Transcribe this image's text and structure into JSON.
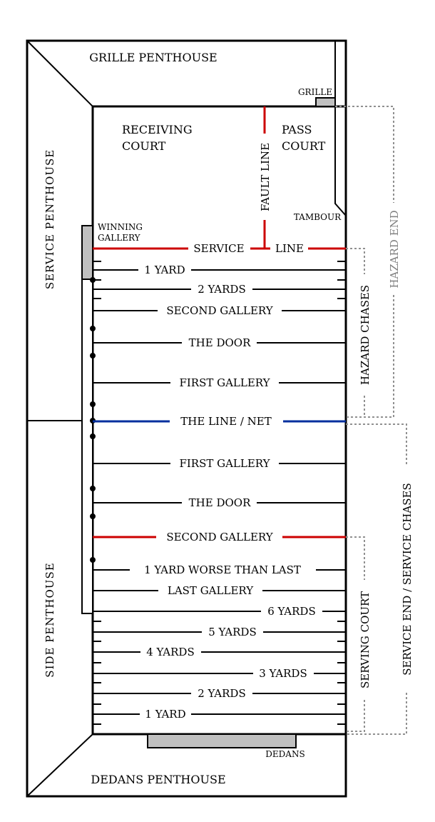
{
  "regions": {
    "grille_penthouse": "GRILLE PENTHOUSE",
    "service_penthouse": "SERVICE  PENTHOUSE",
    "side_penthouse": "SIDE  PENTHOUSE",
    "dedans_penthouse": "DEDANS PENTHOUSE"
  },
  "features": {
    "grille": "GRILLE",
    "tambour": "TAMBOUR",
    "winning_gallery_1": "WINNING",
    "winning_gallery_2": "GALLERY",
    "dedans": "DEDANS",
    "receiving_court_1": "RECEIVING",
    "receiving_court_2": "COURT",
    "pass_court_1": "PASS",
    "pass_court_2": "COURT",
    "fault_line": "FAULT LINE"
  },
  "lines": {
    "service": "SERVICE",
    "line": "LINE",
    "net": "THE LINE / NET"
  },
  "hazard_chases": [
    "1 YARD",
    "2 YARDS",
    "SECOND GALLERY",
    "THE DOOR",
    "FIRST GALLERY"
  ],
  "service_chases": [
    "FIRST GALLERY",
    "THE DOOR",
    "SECOND GALLERY",
    "1 YARD WORSE THAN LAST",
    "LAST GALLERY",
    "6 YARDS",
    "5 YARDS",
    "4 YARDS",
    "3 YARDS",
    "2 YARDS",
    "1 YARD"
  ],
  "brackets": {
    "hazard_chases": "HAZARD CHASES",
    "hazard_end": "HAZARD END",
    "serving_court": "SERVING COURT",
    "service_end": "SERVICE END / SERVICE CHASES"
  },
  "colors": {
    "outline": "#000000",
    "service_line": "#cc0000",
    "net_line": "#002f9e",
    "gallery_fill": "#c0c0c0",
    "bracket": "#909090"
  }
}
